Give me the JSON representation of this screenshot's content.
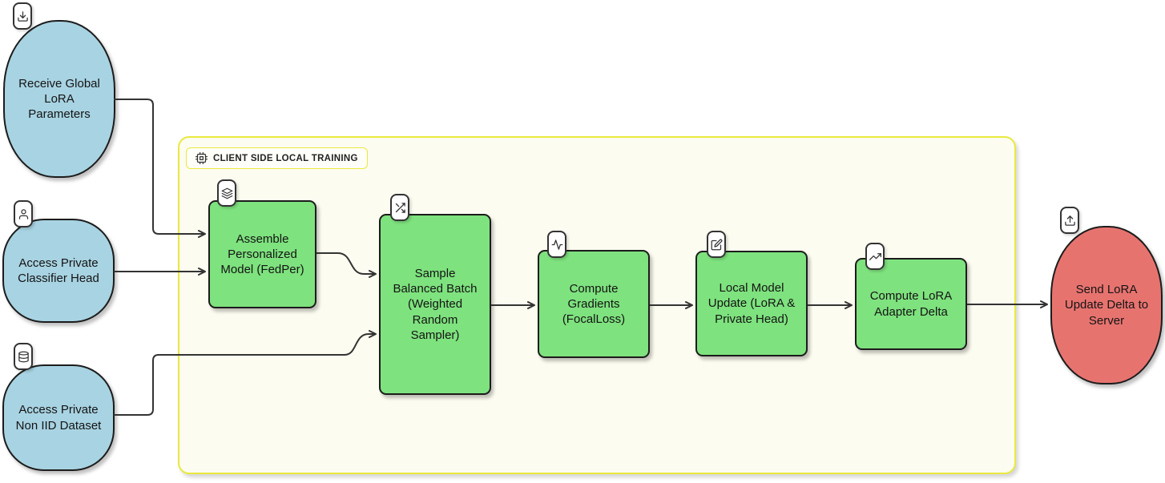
{
  "diagram": {
    "container": {
      "label": "CLIENT SIDE LOCAL TRAINING",
      "icon": "cpu-icon",
      "border_color": "#e9e93f",
      "fill_color": "#fcfcf0"
    },
    "colors": {
      "input_node_fill": "#a8d3e2",
      "process_node_fill": "#7ee27e",
      "output_node_fill": "#e7736f",
      "node_border": "#1c1c1c",
      "connector": "#333333",
      "canvas_background": "#ffffff"
    },
    "nodes": [
      {
        "id": "receive_global",
        "type": "input",
        "icon": "download-icon",
        "label": "Receive Global LoRA Parameters"
      },
      {
        "id": "classifier_head",
        "type": "input",
        "icon": "user-icon",
        "label": "Access Private Classifier Head"
      },
      {
        "id": "non_iid_dataset",
        "type": "input",
        "icon": "database-icon",
        "label": "Access Private Non IID Dataset"
      },
      {
        "id": "assemble_model",
        "type": "process",
        "icon": "layers-icon",
        "label": "Assemble Personalized Model (FedPer)"
      },
      {
        "id": "sample_batch",
        "type": "process",
        "icon": "shuffle-icon",
        "label": "Sample Balanced Batch (Weighted Random Sampler)"
      },
      {
        "id": "compute_grads",
        "type": "process",
        "icon": "activity-icon",
        "label": "Compute Gradients (FocalLoss)"
      },
      {
        "id": "local_update",
        "type": "process",
        "icon": "edit-icon",
        "label": "Local Model Update (LoRA & Private Head)"
      },
      {
        "id": "adapter_delta",
        "type": "process",
        "icon": "trending-up-icon",
        "label": "Compute LoRA Adapter Delta"
      },
      {
        "id": "send_delta",
        "type": "output",
        "icon": "upload-icon",
        "label": "Send LoRA Update Delta to Server"
      }
    ],
    "edges": [
      {
        "from": "receive_global",
        "to": "assemble_model"
      },
      {
        "from": "classifier_head",
        "to": "assemble_model"
      },
      {
        "from": "non_iid_dataset",
        "to": "sample_batch"
      },
      {
        "from": "assemble_model",
        "to": "sample_batch"
      },
      {
        "from": "sample_batch",
        "to": "compute_grads"
      },
      {
        "from": "compute_grads",
        "to": "local_update"
      },
      {
        "from": "local_update",
        "to": "adapter_delta"
      },
      {
        "from": "adapter_delta",
        "to": "send_delta"
      }
    ]
  }
}
